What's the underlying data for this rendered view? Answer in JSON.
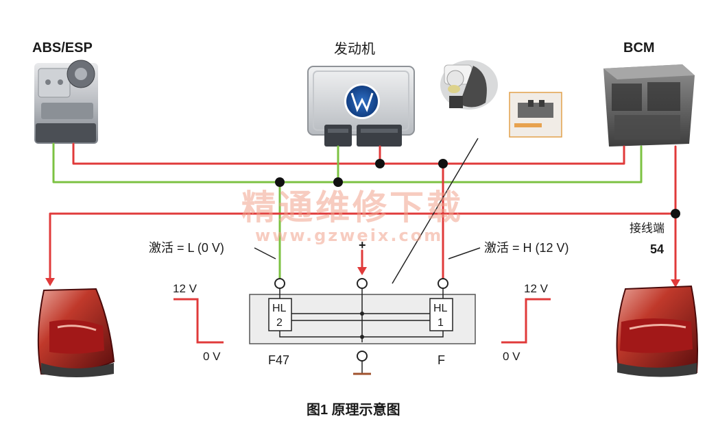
{
  "diagram": {
    "modules": {
      "abs": "ABS/ESP",
      "engine": "发动机",
      "bcm": "BCM"
    },
    "terminal": {
      "line1": "接线端",
      "line2": "54"
    },
    "activation": {
      "left": "激活 = L (0 V)",
      "right": "激活 = H (12 V)"
    },
    "signals": {
      "left_high": "12 V",
      "left_low": "0 V",
      "right_high": "12 V",
      "right_low": "0 V"
    },
    "switch": {
      "plus": "+",
      "hl2_top": "HL",
      "hl2_bottom": "2",
      "hl1_top": "HL",
      "hl1_bottom": "1",
      "f47": "F47",
      "f": "F"
    },
    "watermark": {
      "cn": "精通维修下载",
      "url": "www.gzweix.com"
    },
    "caption": "图1 原理示意图",
    "colors": {
      "can_high": "#e03a3a",
      "can_low": "#7cc242",
      "junction": "#111111",
      "taillight": "#b01e1e"
    }
  }
}
